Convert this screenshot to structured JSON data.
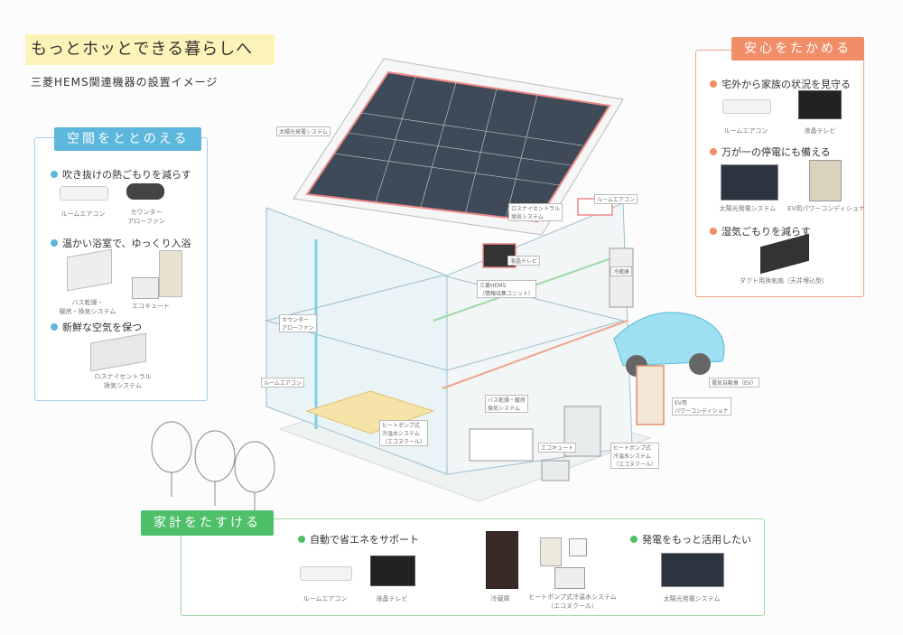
{
  "header": {
    "title": "もっとホッとできる暮らしへ",
    "subtitle": "三菱HEMS関連機器の設置イメージ"
  },
  "left_panel": {
    "tag": "空間をととのえる",
    "sections": [
      {
        "title": "吹き抜けの熱ごもりを減らす",
        "captions": [
          "ルームエアコン",
          "カウンター\nアローファン"
        ]
      },
      {
        "title": "温かい浴室で、ゆっくり入浴",
        "captions": [
          "バス乾燥・\n暖房・換気システム",
          "エコキュート"
        ]
      },
      {
        "title": "新鮮な空気を保つ",
        "captions": [
          "ロスナイセントラル\n換気システム"
        ]
      }
    ]
  },
  "right_panel": {
    "tag": "安心をたかめる",
    "sections": [
      {
        "title": "宅外から家族の状況を見守る",
        "captions": [
          "ルームエアコン",
          "液晶テレビ"
        ]
      },
      {
        "title": "万が一の停電にも備える",
        "captions": [
          "太陽光発電システム",
          "EV用パワーコンディショナ"
        ]
      },
      {
        "title": "湿気ごもりを減らす",
        "captions": [
          "ダクト用換気扇（天井埋込型）"
        ]
      }
    ]
  },
  "bottom_panel": {
    "tag": "家計をたすける",
    "sections": [
      {
        "title": "自動で省エネをサポート",
        "captions": [
          "ルームエアコン",
          "液晶テレビ"
        ]
      },
      {
        "title": "",
        "captions": [
          "冷蔵庫",
          "ヒートポンプ式冷温水システム\n（エコヌクール）"
        ]
      },
      {
        "title": "発電をもっと活用したい",
        "captions": [
          "太陽光発電システム"
        ]
      }
    ]
  },
  "house_labels": [
    "太陽光発電システム",
    "ルームエアコン",
    "ロスナイセントラル\n換気システム",
    "液晶テレビ",
    "三菱HEMS\n（情報収集ユニット）",
    "冷蔵庫",
    "カウンター\nアローファン",
    "ルームエアコン",
    "バス乾燥・暖房\n換気システム",
    "ヒートポンプ式\n冷温水システム\n（エコヌクール）",
    "エコキュート",
    "ヒートポンプ式\n冷温水システム\n（エコヌクール）",
    "電気自動車（EV）",
    "EV用\nパワーコンディショナ"
  ]
}
